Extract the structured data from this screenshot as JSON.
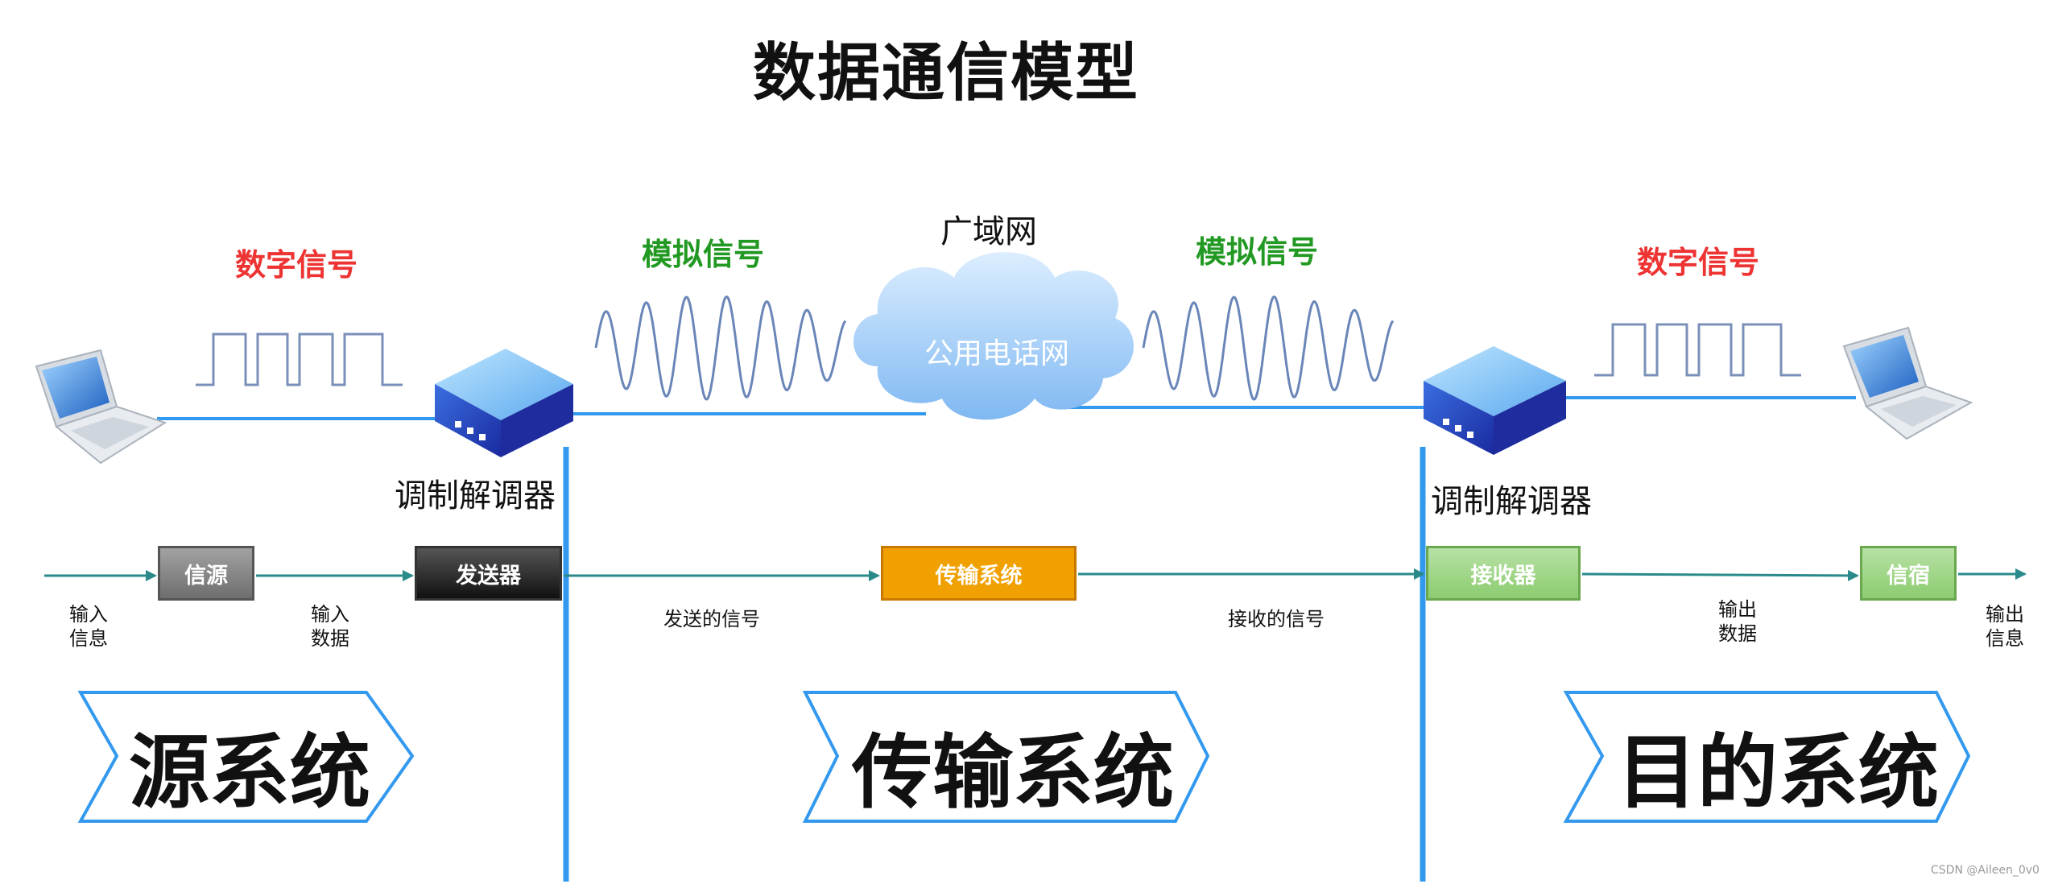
{
  "title": "数据通信模型",
  "signals": {
    "digital_left": "数字信号",
    "analog_left": "模拟信号",
    "analog_right": "模拟信号",
    "digital_right": "数字信号"
  },
  "network": {
    "wan_label": "广域网",
    "cloud_label": "公用电话网"
  },
  "modems": {
    "left_label": "调制解调器",
    "right_label": "调制解调器"
  },
  "flow": {
    "source": "信源",
    "sender": "发送器",
    "transmission": "传输系统",
    "receiver": "接收器",
    "sink": "信宿",
    "input_info": "输入\n信息",
    "input_data": "输入\n数据",
    "sent_signal": "发送的信号",
    "received_signal": "接收的信号",
    "output_data": "输出\n数据",
    "output_info": "输出\n信息"
  },
  "systems": {
    "source_system": "源系统",
    "transmission_system": "传输系统",
    "destination_system": "目的系统"
  },
  "credit": "CSDN @Aileen_0v0",
  "colors": {
    "digital": "#ee3333",
    "analog": "#229922",
    "line": "#3399ee",
    "divider": "#3399ee",
    "arrow": "#2a8a8a",
    "transmission_box": "#f0a000",
    "receiver_box": "#8ccc70"
  }
}
